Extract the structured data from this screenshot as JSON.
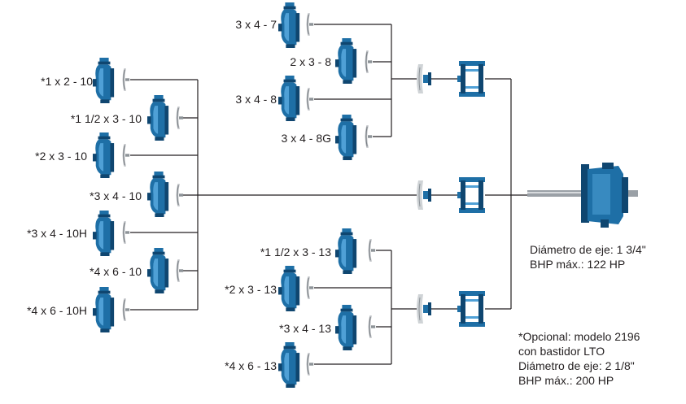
{
  "colors": {
    "pump_blue": "#1e6fa6",
    "pump_dark": "#0f4670",
    "pump_light": "#4fa0d6",
    "impeller_gray": "#b9bcc0",
    "line_black": "#231f20",
    "shaft_gray": "#9aa0a6"
  },
  "left_group": {
    "models": [
      "*1 x 2 - 10",
      "*1 1/2 x 3 - 10",
      "*2 x 3 - 10",
      "*3 x 4 - 10",
      "*3 x 4 - 10H",
      "*4 x 6 - 10",
      "*4 x 6 - 10H"
    ]
  },
  "top_group": {
    "models": [
      "3 x 4 - 7",
      "2 x 3 - 8",
      "3 x 4 - 8",
      "3 x 4 - 8G"
    ]
  },
  "bottom_group": {
    "models": [
      "*1 1/2 x 3 - 13",
      "*2 x 3 - 13",
      "*3 x 4 - 13",
      "*4 x 6 - 13"
    ]
  },
  "power_frame": {
    "shaft_diameter": "Diámetro de eje: 1 3/4\"",
    "bhp_max": "BHP máx.: 122 HP"
  },
  "optional_note": {
    "line1": "*Opcional: modelo 2196",
    "line2": "con bastidor LTO",
    "line3": "Diámetro de eje: 2 1/8\"",
    "line4": "BHP máx.: 200 HP"
  },
  "icons": [
    "pump-casing-icon",
    "impeller-icon",
    "adapter-icon",
    "bracket-icon",
    "power-frame-icon"
  ]
}
